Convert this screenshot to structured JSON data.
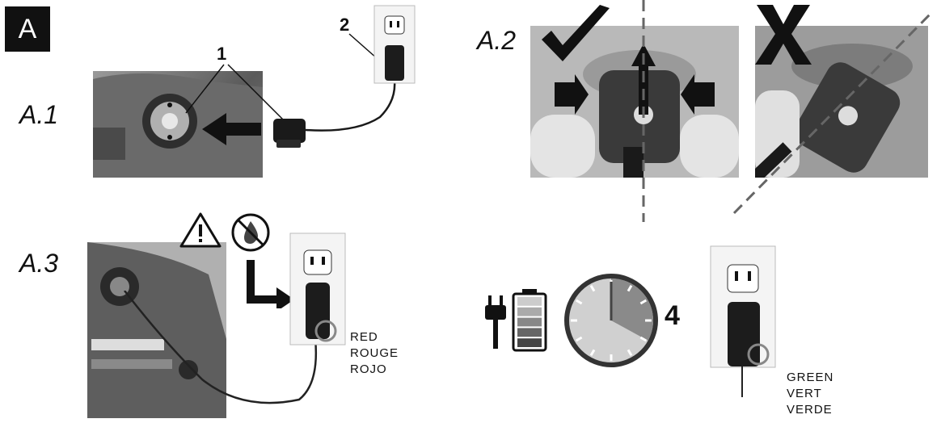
{
  "section_badge": "A",
  "steps": {
    "a1": {
      "label": "A.1",
      "callout_1": "1",
      "callout_2": "2"
    },
    "a2": {
      "label": "A.2"
    },
    "a3": {
      "label": "A.3"
    },
    "charge": {
      "hours": "4"
    }
  },
  "led_labels": {
    "red": [
      "RED",
      "ROUGE",
      "ROJO"
    ],
    "green": [
      "GREEN",
      "VERT",
      "VERDE"
    ]
  },
  "charge_progress_fraction": 0.33,
  "battery_levels": 5,
  "colors": {
    "ink": "#111111",
    "photo_bg": "#8c8c8c",
    "photo_dark": "#3a3a3a",
    "hand": "#d9d9d9"
  },
  "icons": [
    "warning-icon",
    "no-water-icon",
    "check-icon",
    "x-icon",
    "plug-icon",
    "battery-icon",
    "clock-icon"
  ]
}
